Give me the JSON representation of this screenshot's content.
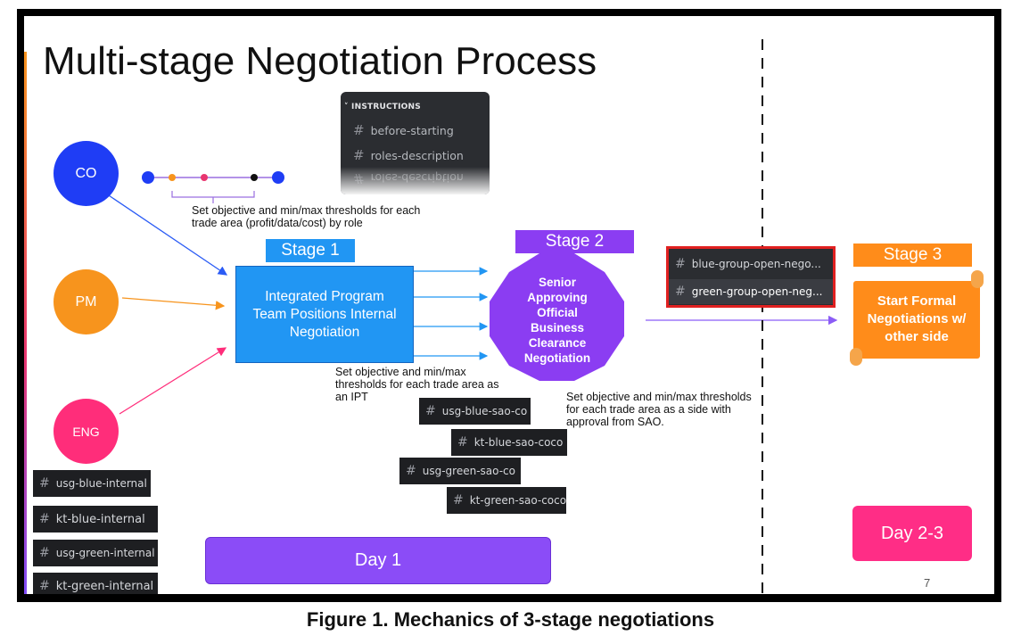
{
  "title": "Multi-stage Negotiation Process",
  "caption": "Figure 1. Mechanics of 3-stage negotiations",
  "slide_number": "7",
  "roles": [
    {
      "label": "CO",
      "color": "#1f3df5"
    },
    {
      "label": "PM",
      "color": "#f7941d"
    },
    {
      "label": "ENG",
      "color": "#ff2d7a"
    }
  ],
  "instructions": {
    "header": "INSTRUCTIONS",
    "channels": [
      "before-starting",
      "roles-description",
      "roles-description"
    ]
  },
  "notes": {
    "thresholds_by_role": "Set objective and min/max thresholds for each trade area (profit/data/cost) by role",
    "thresholds_ipt": "Set objective and min/max thresholds for each trade area as an IPT",
    "thresholds_side": "Set objective and min/max thresholds for each trade area as a side with approval from SAO."
  },
  "stages": [
    {
      "label": "Stage 1",
      "color": "#2196f3",
      "box_text": "Integrated Program Team Positions Internal Negotiation"
    },
    {
      "label": "Stage 2",
      "color": "#8b3df2",
      "box_text": "Senior Approving Official Business Clearance Negotiation"
    },
    {
      "label": "Stage 3",
      "color": "#ff8c1a",
      "box_text": "Start Formal Negotiations w/ other side"
    }
  ],
  "channels": {
    "internal": [
      "usg-blue-internal",
      "kt-blue-internal",
      "usg-green-internal",
      "kt-green-internal"
    ],
    "sao": [
      "usg-blue-sao-co",
      "kt-blue-sao-coco",
      "usg-green-sao-co",
      "kt-green-sao-coco"
    ],
    "open": [
      "blue-group-open-nego...",
      "green-group-open-neg..."
    ]
  },
  "days": {
    "day1": {
      "label": "Day 1",
      "color": "#8b4cf7"
    },
    "day23": {
      "label": "Day 2-3",
      "color": "#ff2d86"
    }
  },
  "colors": {
    "blue_arrow": "#2196f3",
    "purple_arrow": "#8b5cf6",
    "open_highlight": "#e02020"
  }
}
